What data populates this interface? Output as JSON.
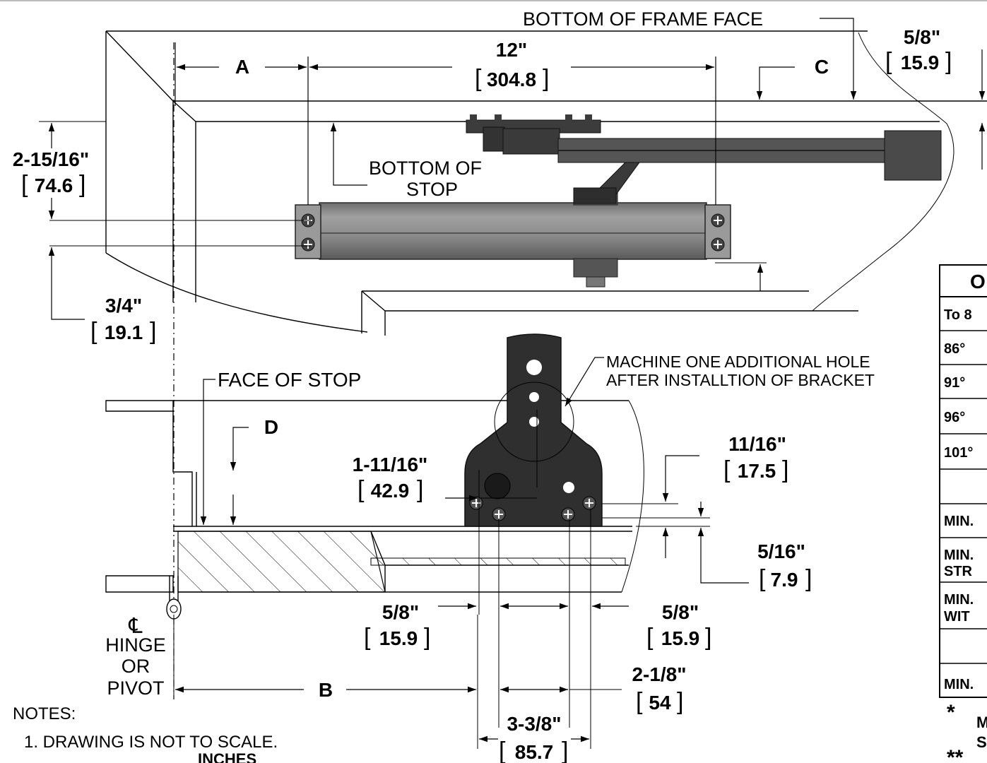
{
  "labels": {
    "bottom_of_frame_face": "BOTTOM OF FRAME FACE",
    "bottom_of_stop_line1": "BOTTOM OF",
    "bottom_of_stop_line2": "STOP",
    "face_of_stop": "FACE OF STOP",
    "machine_note_line1": "MACHINE ONE ADDITIONAL HOLE",
    "machine_note_line2": "AFTER INSTALLTION OF BRACKET",
    "hinge_symbol": "℄",
    "hinge_line1": "HINGE",
    "hinge_line2": "OR",
    "hinge_line3": "PIVOT",
    "letter_a": "A",
    "letter_b": "B",
    "letter_c": "C",
    "letter_d": "D"
  },
  "dims": {
    "d12_in": "12\"",
    "d12_mm": "304.8",
    "d58_top_in": "5/8\"",
    "d58_top_mm": "15.9",
    "d21516_in": "2-15/16\"",
    "d21516_mm": "74.6",
    "d34_in": "3/4\"",
    "d34_mm": "19.1",
    "d11116_in": "1-11/16\"",
    "d11116_mm": "42.9",
    "d1116_in": "11/16\"",
    "d1116_mm": "17.5",
    "d516_in": "5/16\"",
    "d516_mm": "7.9",
    "d58_left_in": "5/8\"",
    "d58_left_mm": "15.9",
    "d58_right_in": "5/8\"",
    "d58_right_mm": "15.9",
    "d218_in": "2-1/8\"",
    "d218_mm": "54",
    "d338_in": "3-3/8\"",
    "d338_mm": "85.7"
  },
  "table": {
    "header": "O",
    "rows": [
      "To 8",
      "86°",
      "91°",
      "96°",
      "101°",
      "",
      "MIN.",
      "MIN.",
      "STR",
      "MIN.",
      "WIT",
      "",
      "MIN."
    ],
    "footnote_star": "*",
    "footnote_m": "M",
    "footnote_s": "S",
    "footnote_double": "**"
  },
  "notes": {
    "heading": "NOTES:",
    "item1": "1. DRAWING IS NOT TO SCALE.",
    "item2_partial": "INCHES"
  },
  "colors": {
    "closer_body": "#8d8d8d",
    "closer_dark": "#3a3a3a",
    "arm_dark": "#4a4a4a",
    "bracket": "#2e2e2e"
  }
}
